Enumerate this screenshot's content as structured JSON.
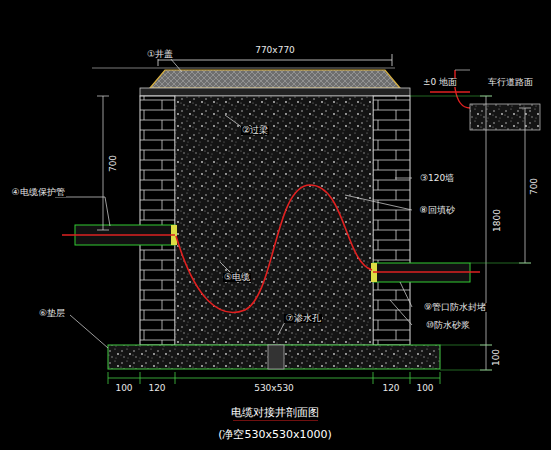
{
  "diagram": {
    "title": "电缆对接井剖面图",
    "caption": "(净空530x530x1000)",
    "labels": [
      "①井盖",
      "770x770",
      "②过梁",
      "±0 地面",
      "车行道路面",
      "700",
      "700",
      "1800",
      "100",
      "④电缆保护管",
      "③120墙",
      "⑧回填砂",
      "⑤电缆",
      "⑦渗水孔",
      "⑥垫层",
      "⑨管口防水封堵",
      "⑩防水砂浆",
      "100",
      "120",
      "530x530",
      "120",
      "100"
    ]
  }
}
